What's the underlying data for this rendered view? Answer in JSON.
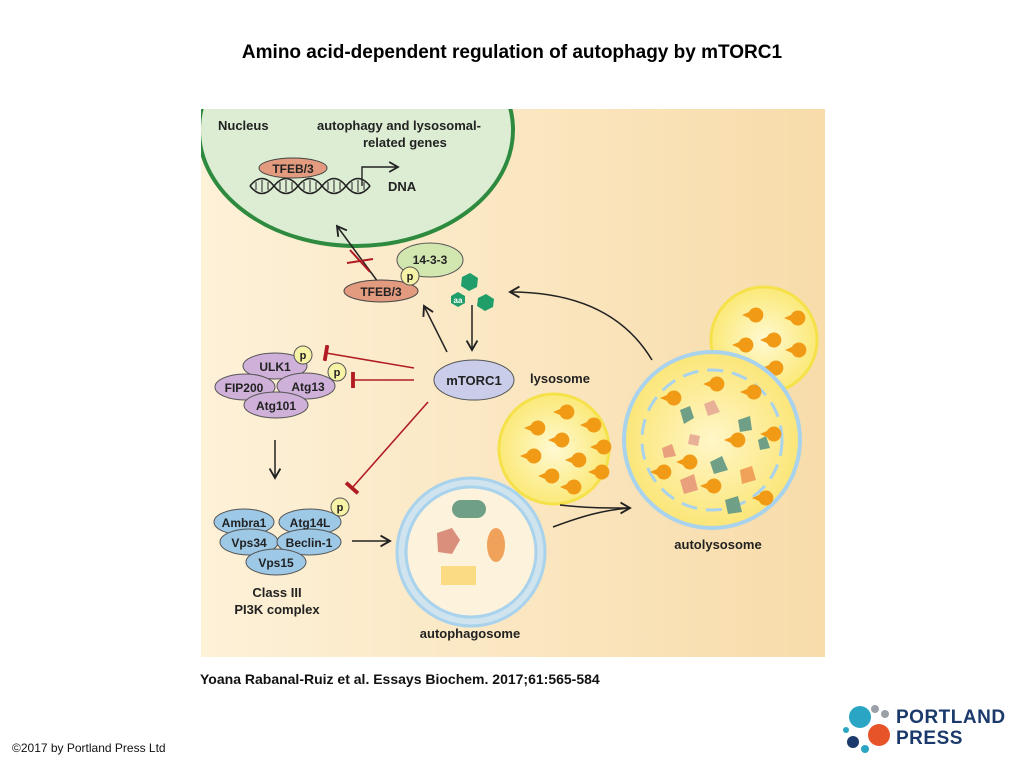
{
  "title": "Amino acid-dependent regulation of autophagy by mTORC1",
  "citation": "Yoana Rabanal-Ruiz et al. Essays Biochem. 2017;61:565-584",
  "copyright": "©2017 by Portland Press Ltd",
  "logo": {
    "line1": "PORTLAND",
    "line2": "PRESS"
  },
  "diagram": {
    "nucleus_label": "Nucleus",
    "genes_label_1": "autophagy and lysosomal-",
    "genes_label_2": "related genes",
    "dna_label": "DNA",
    "tfeb_nuclear": "TFEB/3",
    "tfeb_cyto": "TFEB/3",
    "protein_14_3_3": "14-3-3",
    "phospho": "p",
    "aa": "aa",
    "mtorc1": "mTORC1",
    "ulk1": "ULK1",
    "fip200": "FIP200",
    "atg13": "Atg13",
    "atg101": "Atg101",
    "ambra1": "Ambra1",
    "atg14l": "Atg14L",
    "vps34": "Vps34",
    "beclin1": "Beclin-1",
    "vps15": "Vps15",
    "class3_1": "Class III",
    "class3_2": "PI3K complex",
    "lysosome": "lysosome",
    "autophagosome": "autophagosome",
    "autolysosome": "autolysosome"
  },
  "colors": {
    "panel_bg": "#fbe9c9",
    "nucleus_fill": "#d8ebcf",
    "nucleus_stroke": "#2e8a3e",
    "tfeb_fill": "#e29b7e",
    "mtorc1_fill": "#c9cdea",
    "ulk_fill": "#cfb0d8",
    "pi3k_fill": "#9dc8e6",
    "phospho_fill": "#f7f3a6",
    "lysosome_fill": "#fdf08a",
    "lysosome_stroke": "#f5e14a",
    "membrane_blue": "#a9d2ec",
    "aa_green": "#1f9e6a",
    "inhibit_red": "#b01c22"
  }
}
